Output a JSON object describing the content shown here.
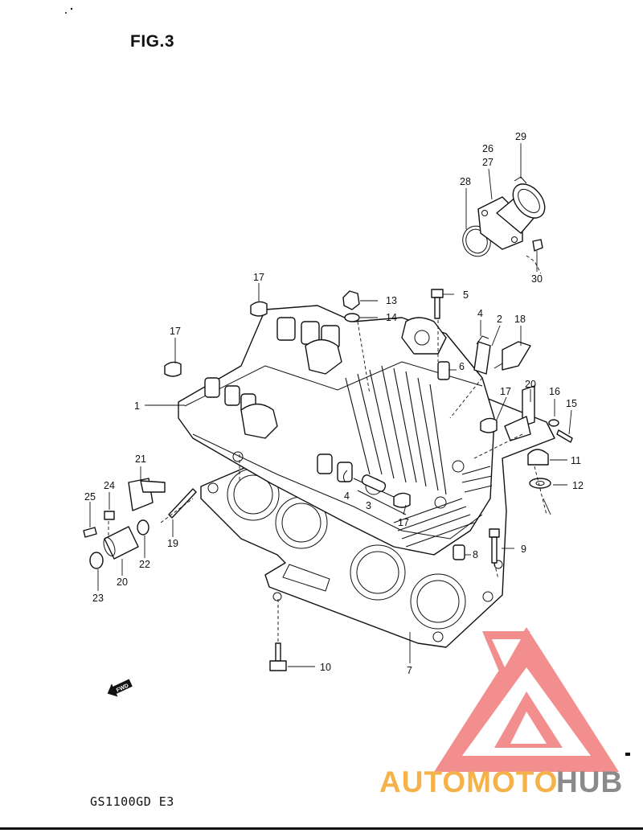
{
  "figure": {
    "title": "FIG.3",
    "model_code": "GS1100GD E3"
  },
  "callouts": [
    {
      "id": "c1",
      "text": "1"
    },
    {
      "id": "c2",
      "text": "2"
    },
    {
      "id": "c3",
      "text": "3"
    },
    {
      "id": "c4a",
      "text": "4"
    },
    {
      "id": "c4b",
      "text": "4"
    },
    {
      "id": "c5",
      "text": "5"
    },
    {
      "id": "c6",
      "text": "6"
    },
    {
      "id": "c7",
      "text": "7"
    },
    {
      "id": "c8",
      "text": "8"
    },
    {
      "id": "c9",
      "text": "9"
    },
    {
      "id": "c10",
      "text": "10"
    },
    {
      "id": "c11",
      "text": "11"
    },
    {
      "id": "c12",
      "text": "12"
    },
    {
      "id": "c13",
      "text": "13"
    },
    {
      "id": "c14",
      "text": "14"
    },
    {
      "id": "c15",
      "text": "15"
    },
    {
      "id": "c16",
      "text": "16"
    },
    {
      "id": "c17a",
      "text": "17"
    },
    {
      "id": "c17b",
      "text": "17"
    },
    {
      "id": "c17c",
      "text": "17"
    },
    {
      "id": "c17d",
      "text": "17"
    },
    {
      "id": "c18",
      "text": "18"
    },
    {
      "id": "c19",
      "text": "19"
    },
    {
      "id": "c20a",
      "text": "20"
    },
    {
      "id": "c20b",
      "text": "20"
    },
    {
      "id": "c21",
      "text": "21"
    },
    {
      "id": "c22",
      "text": "22"
    },
    {
      "id": "c23",
      "text": "23"
    },
    {
      "id": "c24",
      "text": "24"
    },
    {
      "id": "c25",
      "text": "25"
    },
    {
      "id": "c26",
      "text": "26"
    },
    {
      "id": "c27",
      "text": "27"
    },
    {
      "id": "c28",
      "text": "28"
    },
    {
      "id": "c29",
      "text": "29"
    },
    {
      "id": "c30",
      "text": "30"
    }
  ],
  "fwd_arrow": {
    "label": "FWD"
  },
  "watermark": {
    "brand_part1": "AUTOMOTO",
    "brand_part2": "HUB",
    "colors": {
      "logo_red": "#f27b7b",
      "text_orange": "#f5b24a",
      "text_grey": "#8a8a8a"
    }
  }
}
